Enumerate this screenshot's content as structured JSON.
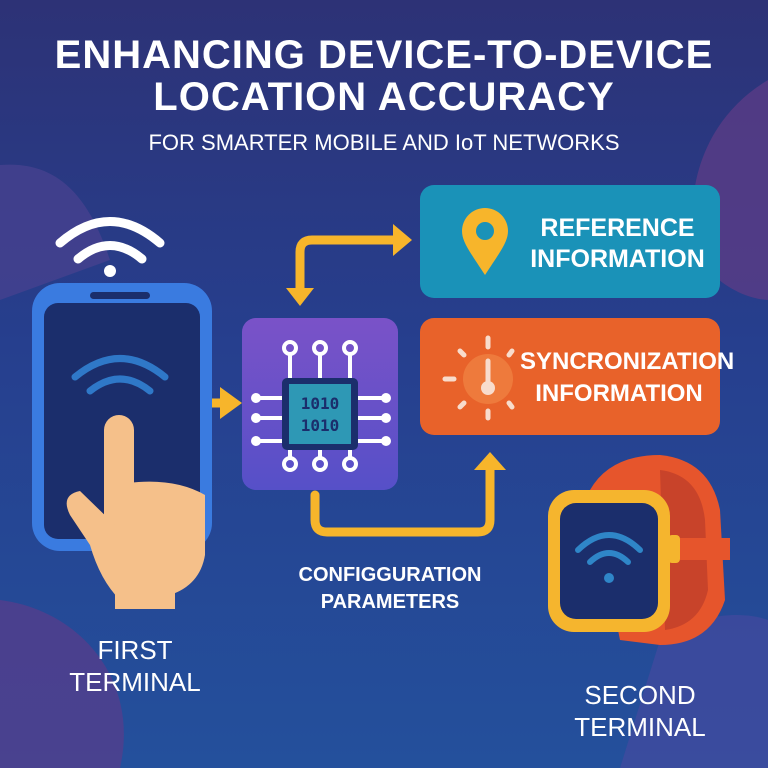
{
  "title": {
    "line1": "ENHANCING DEVICE-TO-DEVICE",
    "line2": "LOCATION ACCURACY",
    "subtitle": "FOR SMARTER MOBILE AND IoT NETWORKS"
  },
  "first_terminal": {
    "line1": "FIRST",
    "line2": "TERMINAL"
  },
  "second_terminal": {
    "line1": "SECOND",
    "line2": "TERMINAL"
  },
  "processor": {
    "bits_line1": "1010",
    "bits_line2": "1010"
  },
  "reference": {
    "line1": "REFERENCE",
    "line2": "INFORMATION"
  },
  "sync": {
    "line1": "SYNCRONIZATION",
    "line2": "INFORMATION"
  },
  "config": {
    "line1": "CONFIGGURATION",
    "line2": "PARAMETERS"
  },
  "colors": {
    "background": "#263f8e",
    "arrow": "#f7b52b",
    "reference": "#1a92b8",
    "sync": "#e8622a",
    "chip": "#6a52c8",
    "phone": "#3a7be0",
    "watch_band": "#e6552c",
    "watch_case": "#f5b52e"
  }
}
